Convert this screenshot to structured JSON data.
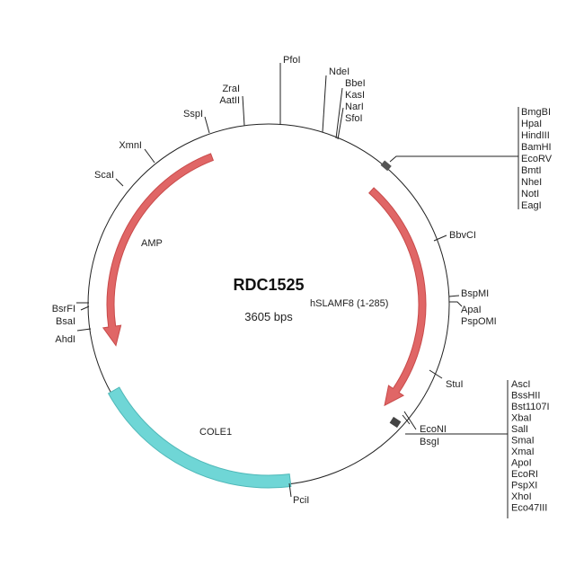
{
  "plasmid": {
    "name": "RDC1525",
    "size": "3605 bps"
  },
  "features": {
    "amp": {
      "label": "AMP",
      "color": "#e06666"
    },
    "hslamf8": {
      "label": "hSLAMF8 (1-285)",
      "color": "#e06666"
    },
    "cole1": {
      "label": "COLE1",
      "color": "#6fd6d6"
    }
  },
  "sites": {
    "pfoi": "PfoI",
    "ndei": "NdeI",
    "bbei": "BbeI",
    "kasi": "KasI",
    "nari": "NarI",
    "sfoi": "SfoI",
    "zrai": "ZraI",
    "aatii": "AatII",
    "sspi": "SspI",
    "xmni": "XmnI",
    "scai": "ScaI",
    "bsrfi": "BsrFI",
    "bsai": "BsaI",
    "ahdi": "AhdI",
    "bbvci": "BbvCI",
    "bspmi": "BspMI",
    "apai": "ApaI",
    "pspomi": "PspOMI",
    "stui": "StuI",
    "econi": "EcoNI",
    "bsgi": "BsgI",
    "pcii": "PciI"
  },
  "mcs1": [
    "BmgBI",
    "HpaI",
    "HindIII",
    "BamHI",
    "EcoRV",
    "BmtI",
    "NheI",
    "NotI",
    "EagI"
  ],
  "mcs2": [
    "AscI",
    "BssHII",
    "Bst1107I",
    "XbaI",
    "SalI",
    "SmaI",
    "XmaI",
    "ApoI",
    "EcoRI",
    "PspXI",
    "XhoI",
    "Eco47III"
  ]
}
